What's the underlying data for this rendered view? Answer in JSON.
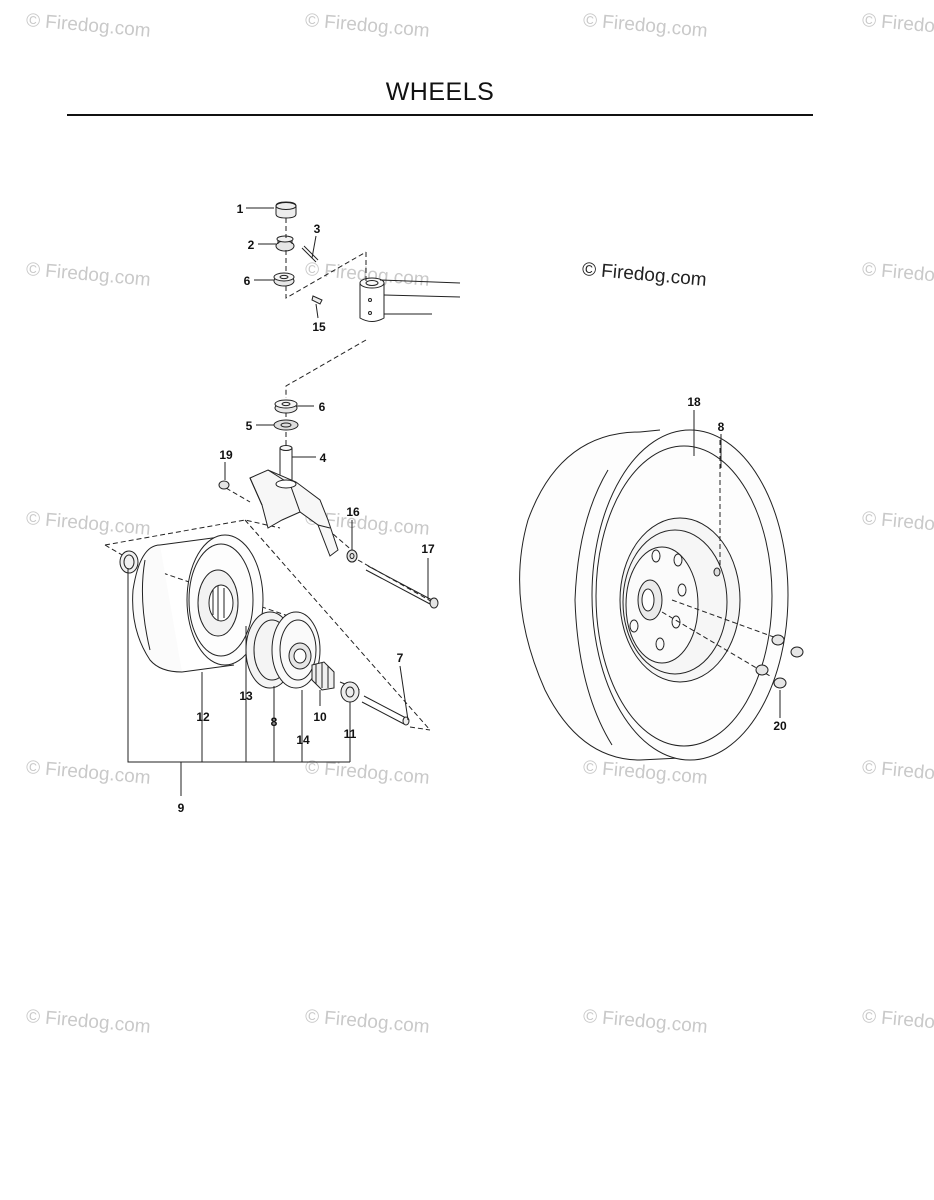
{
  "title": "WHEELS",
  "watermark": "© Firedog.com",
  "parts": {
    "p1": "1",
    "p2": "2",
    "p3": "3",
    "p6a": "6",
    "p15": "15",
    "p6b": "6",
    "p5": "5",
    "p4": "4",
    "p19": "19",
    "p16": "16",
    "p17": "17",
    "p7": "7",
    "p12": "12",
    "p13": "13",
    "p8a": "8",
    "p10": "10",
    "p14": "14",
    "p11": "11",
    "p9": "9",
    "p18": "18",
    "p8b": "8",
    "p20": "20"
  }
}
